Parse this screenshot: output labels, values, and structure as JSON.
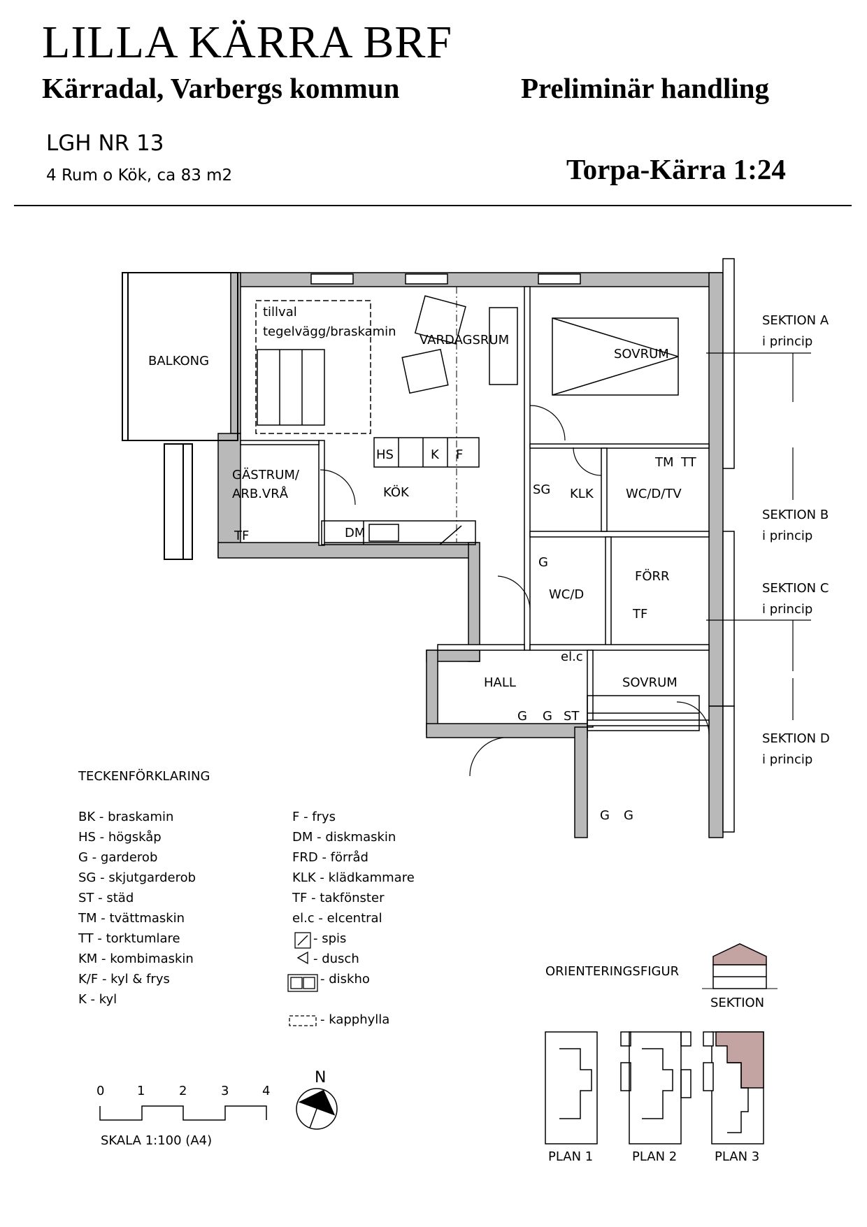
{
  "header": {
    "project": "LILLA KÄRRA BRF",
    "location": "Kärradal, Varbergs kommun",
    "status": "Preliminär handling",
    "apartment_no": "LGH NR 13",
    "apartment_desc": "4 Rum o Kök, ca 83 m2",
    "property": "Torpa-Kärra 1:24"
  },
  "rooms": {
    "balkong": "BALKONG",
    "tillval_1": "tillval",
    "tillval_2": "tegelvägg/braskamin",
    "vardagsrum": "VARDAGSRUM",
    "sovrum_1": "SOVRUM",
    "gastrum_1": "GÄSTRUM/",
    "gastrum_2": "ARB.VRÅ",
    "tf_1": "TF",
    "kok": "KÖK",
    "hs": "HS",
    "k": "K",
    "f": "F",
    "dm": "DM",
    "sg": "SG",
    "klk": "KLK",
    "wcdtv": "WC/D/TV",
    "tm": "TM",
    "tt": "TT",
    "g_wc": "G",
    "wcd": "WC/D",
    "forr": "FÖRR",
    "tf_2": "TF",
    "elc": "el.c",
    "hall": "HALL",
    "sovrum_2": "SOVRUM",
    "g1": "G",
    "g2": "G",
    "st": "ST",
    "g3": "G",
    "g4": "G"
  },
  "sections": [
    {
      "title": "SEKTION A",
      "sub": "i princip"
    },
    {
      "title": "SEKTION B",
      "sub": "i princip"
    },
    {
      "title": "SEKTION C",
      "sub": "i princip"
    },
    {
      "title": "SEKTION D",
      "sub": "i princip"
    }
  ],
  "legend": {
    "title": "TECKENFÖRKLARING",
    "col1": [
      "BK - braskamin",
      "HS - högskåp",
      "G - garderob",
      "SG - skjutgarderob",
      "ST - städ",
      "TM - tvättmaskin",
      "TT - torktumlare",
      "KM - kombimaskin",
      "K/F - kyl & frys",
      "K - kyl"
    ],
    "col2": [
      "F - frys",
      "DM - diskmaskin",
      "FRD - förråd",
      "KLK - klädkammare",
      "TF - takfönster",
      "el.c - elcentral"
    ],
    "sym_spis": "- spis",
    "sym_dusch": "- dusch",
    "sym_diskho": "- diskho",
    "sym_kapphylla": "- kapphylla"
  },
  "scale": {
    "ticks": [
      "0",
      "1",
      "2",
      "3",
      "4"
    ],
    "label": "SKALA 1:100 (A4)"
  },
  "north": "N",
  "orientation": {
    "title": "ORIENTERINGSFIGUR",
    "section_label": "SEKTION",
    "plans": [
      "PLAN 1",
      "PLAN 2",
      "PLAN 3"
    ],
    "highlight_color": "#c4a3a3"
  }
}
